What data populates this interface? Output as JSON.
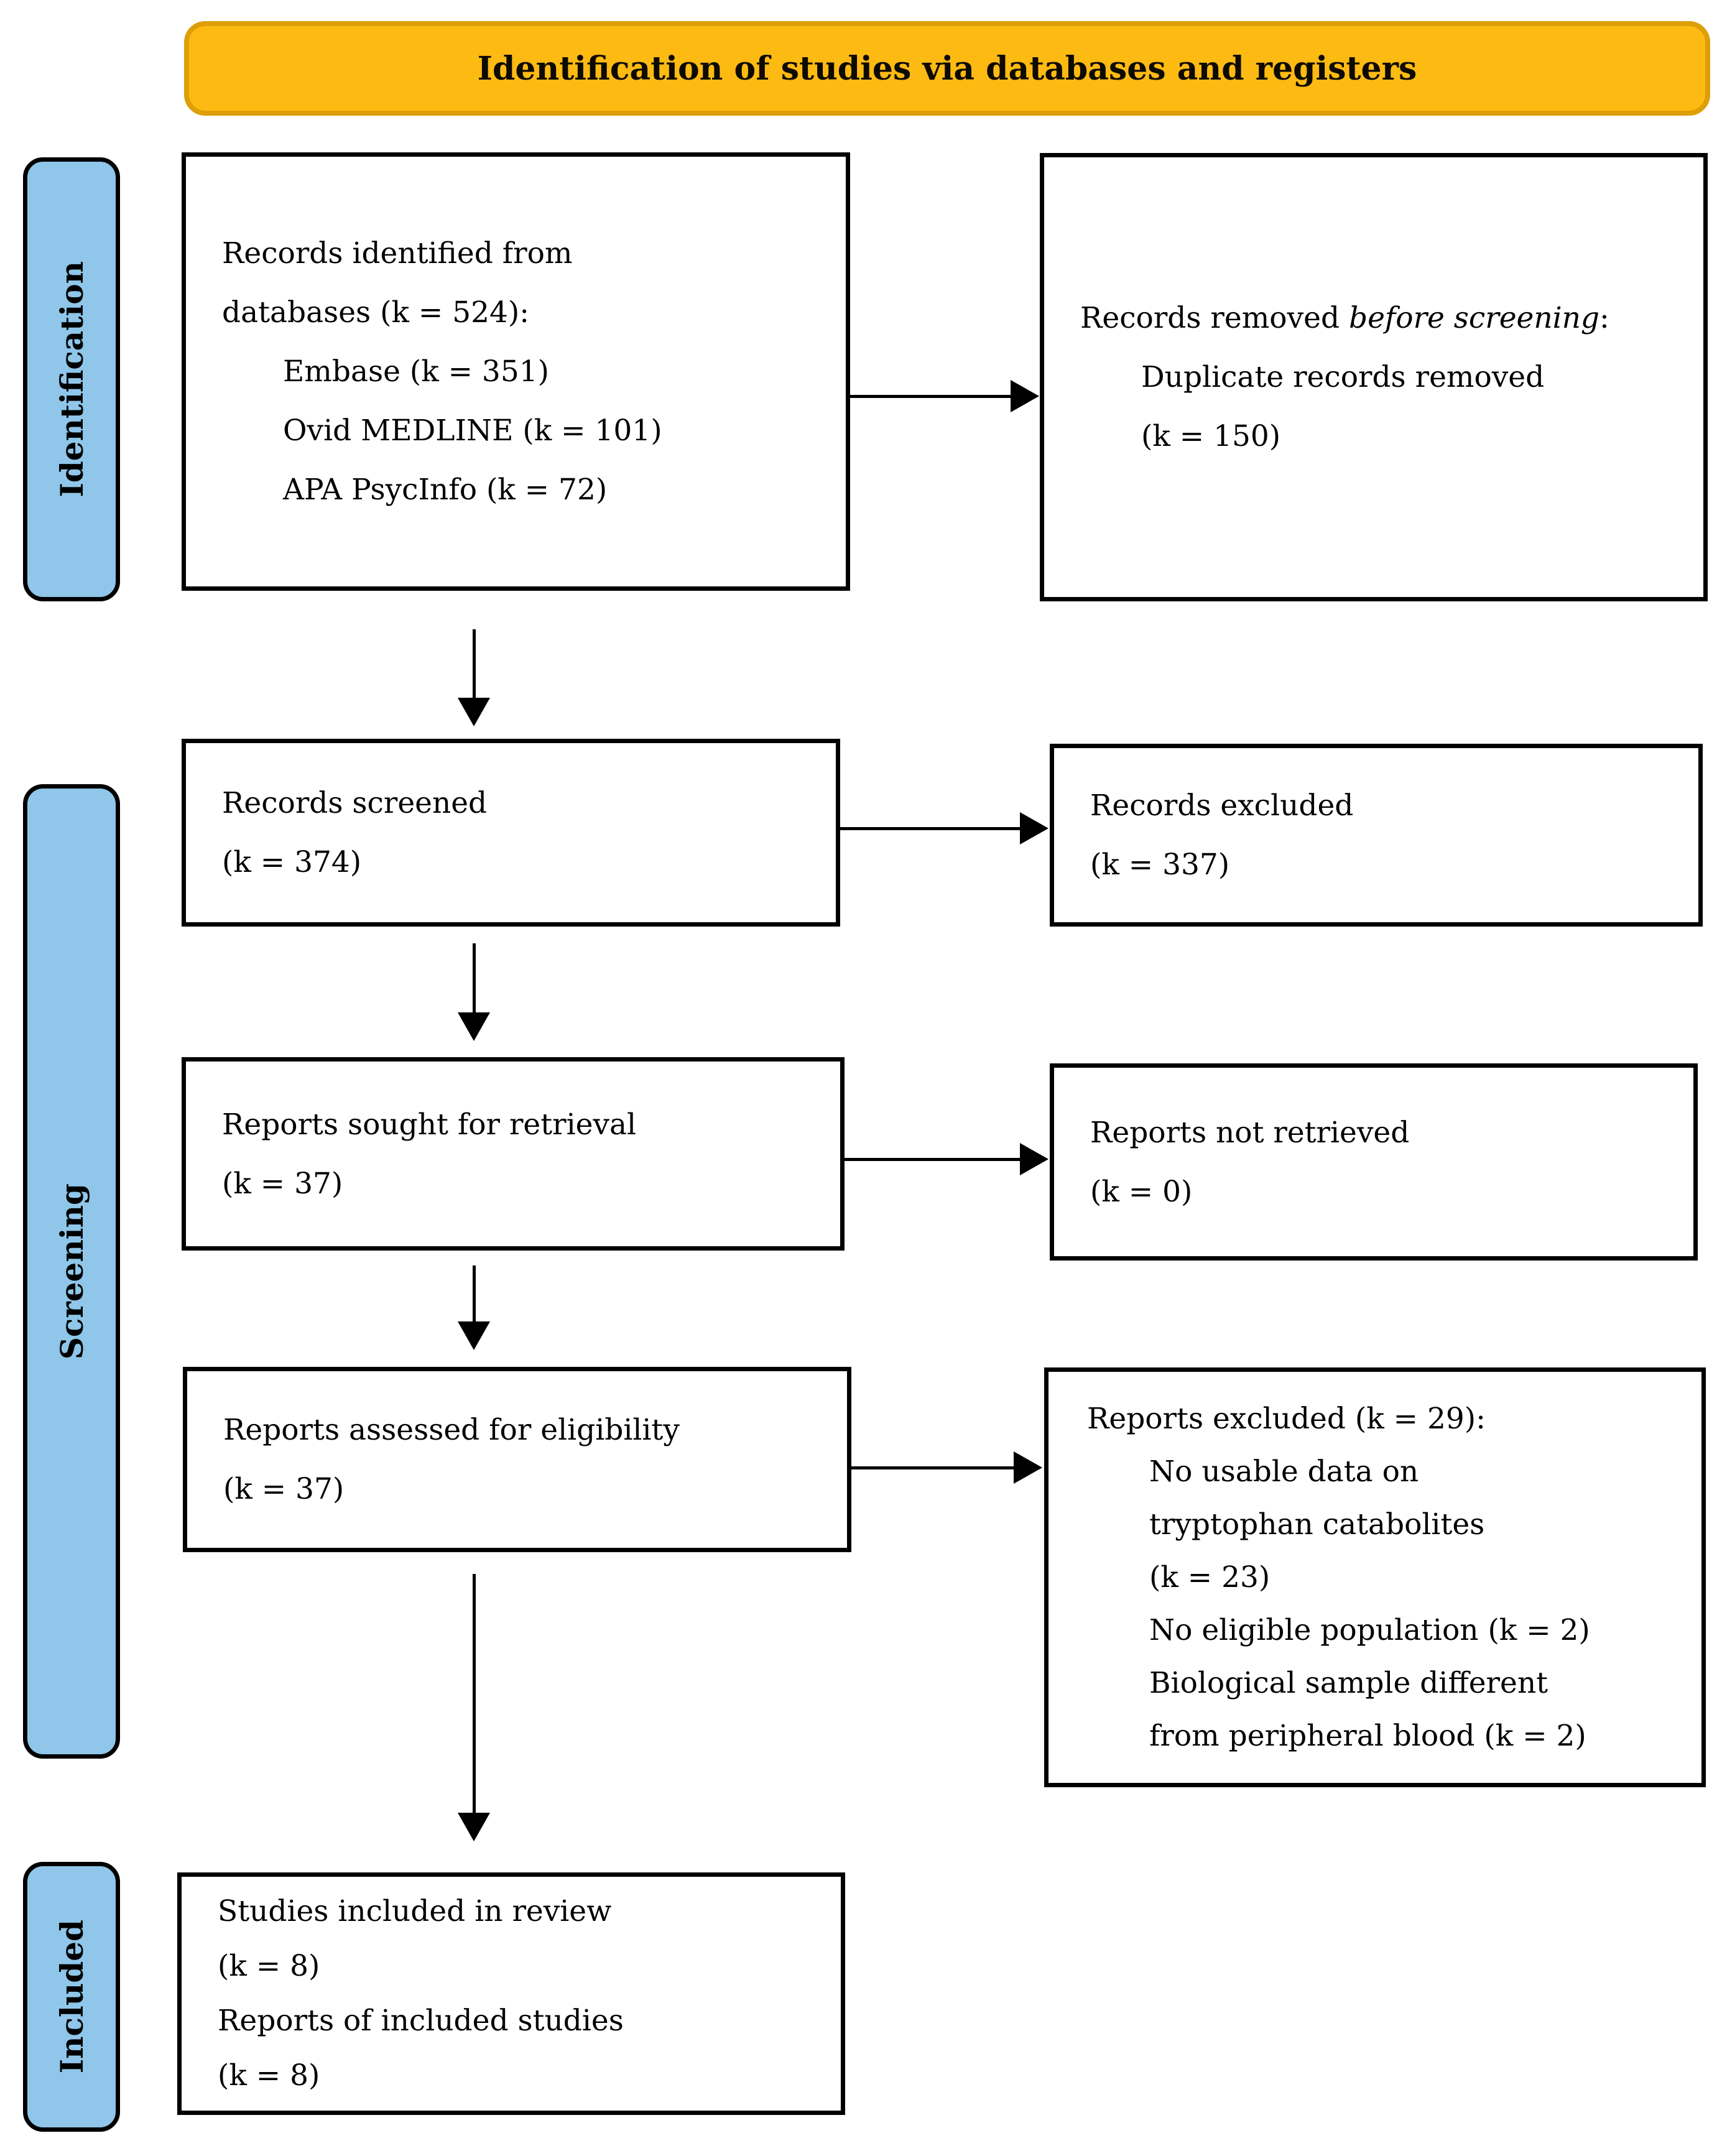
{
  "banner": {
    "title": "Identification of studies via databases and registers"
  },
  "stages": [
    {
      "label": "Identification"
    },
    {
      "label": "Screening"
    },
    {
      "label": "Included"
    }
  ],
  "boxes": {
    "records_identified": {
      "line1": "Records identified from",
      "line2": "databases (k = 524):",
      "sub1": "Embase (k = 351)",
      "sub2": "Ovid MEDLINE (k = 101)",
      "sub3": "APA PsycInfo (k = 72)"
    },
    "records_removed": {
      "line1_prefix": "Records removed ",
      "line1_italic": "before screening",
      "line1_suffix": ":",
      "sub1": "Duplicate records removed",
      "sub2": "(k = 150)"
    },
    "records_screened": {
      "line1": "Records screened",
      "line2": "(k = 374)"
    },
    "records_excluded": {
      "line1": "Records excluded",
      "line2": "(k = 337)"
    },
    "reports_sought": {
      "line1": "Reports sought for retrieval",
      "line2": "(k = 37)"
    },
    "reports_not_retrieved": {
      "line1": "Reports not retrieved",
      "line2": "(k = 0)"
    },
    "reports_assessed": {
      "line1": "Reports assessed for eligibility",
      "line2": "(k = 37)"
    },
    "reports_excluded": {
      "line1": "Reports excluded (k = 29):",
      "sub1": "No usable data on",
      "sub2": "tryptophan catabolites",
      "sub3": "(k = 23)",
      "sub4": "No eligible population (k = 2)",
      "sub5": "Biological sample different",
      "sub6": "from peripheral blood (k = 2)"
    },
    "studies_included": {
      "line1": "Studies included in review",
      "line2": "(k = 8)",
      "line3": "Reports of included studies",
      "line4": "(k = 8)"
    }
  },
  "colors": {
    "banner_fill": "#FDBA12",
    "banner_border": "#DE9E05",
    "stage_fill": "#8FC6E9",
    "box_border": "#000000",
    "background": "#FFFFFF"
  }
}
